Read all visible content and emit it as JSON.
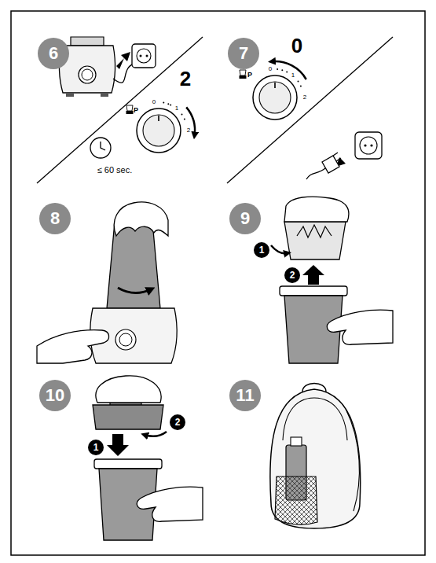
{
  "diagram": {
    "nodes": [
      {
        "text": [
          "6"
        ]
      },
      {
        "text": [
          "7"
        ]
      },
      {
        "text": [
          "8"
        ]
      },
      {
        "text": [
          "9"
        ]
      },
      {
        "text": [
          "1"
        ]
      },
      {
        "text": [
          "2"
        ]
      },
      {
        "text": [
          "10"
        ]
      },
      {
        "text": [
          "1"
        ]
      },
      {
        "text": [
          "2"
        ]
      },
      {
        "text": [
          "11"
        ]
      }
    ],
    "labels": [
      "2",
      "P",
      "0",
      "1",
      "2",
      "≤ 60 sec.",
      "0",
      "P",
      "0",
      "1",
      "2"
    ]
  }
}
